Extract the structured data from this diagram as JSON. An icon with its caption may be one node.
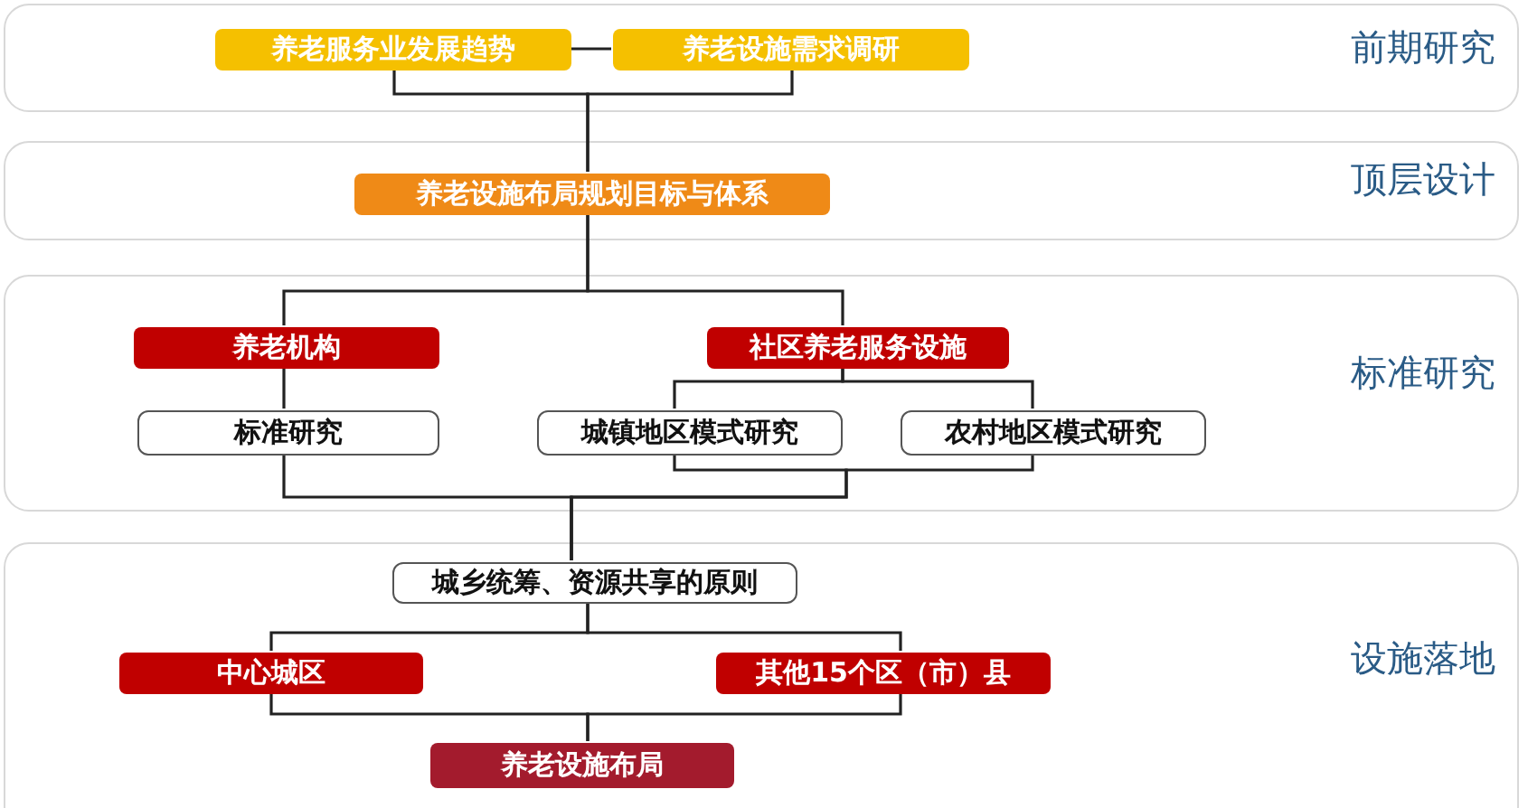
{
  "diagram": {
    "nodes": [
      {
        "text": [
          "前期研究"
        ]
      },
      {
        "text": [
          "养老服务业发展趋势"
        ],
        "in": 0
      },
      {
        "text": [
          "养老设施需求调研"
        ],
        "in": 0
      },
      {
        "text": [
          "顶层设计"
        ]
      },
      {
        "text": [
          "养老设施布局规划目标与体系"
        ],
        "in": 3
      },
      {
        "text": [
          "标准研究"
        ]
      },
      {
        "text": [
          "养老机构"
        ],
        "in": 5
      },
      {
        "text": [
          "社区养老服务设施"
        ],
        "in": 5
      },
      {
        "text": [
          "标准研究"
        ],
        "in": 5
      },
      {
        "text": [
          "城镇地区模式研究"
        ],
        "in": 5
      },
      {
        "text": [
          "农村地区模式研究"
        ],
        "in": 5
      },
      {
        "text": [
          "设施落地"
        ]
      },
      {
        "text": [
          "城乡统筹、资源共享的原则"
        ],
        "in": 11
      },
      {
        "text": [
          "中心城区"
        ],
        "in": 11
      },
      {
        "text": [
          "其他15个区（市）县"
        ],
        "in": 11
      },
      {
        "text": [
          "养老设施布局"
        ],
        "in": 11
      }
    ],
    "edges": [
      {
        "from": 1,
        "to": 2,
        "arrow": "none"
      },
      {
        "from": 1,
        "to": 4,
        "arrow": "none"
      },
      {
        "from": 2,
        "to": 4,
        "arrow": "none"
      },
      {
        "from": 4,
        "to": 6,
        "arrow": "none"
      },
      {
        "from": 4,
        "to": 7,
        "arrow": "none"
      },
      {
        "from": 6,
        "to": 8,
        "arrow": "none"
      },
      {
        "from": 7,
        "to": 9,
        "arrow": "none"
      },
      {
        "from": 7,
        "to": 10,
        "arrow": "none"
      },
      {
        "from": 8,
        "to": 12,
        "arrow": "none"
      },
      {
        "from": 9,
        "to": 12,
        "arrow": "none"
      },
      {
        "from": 10,
        "to": 12,
        "arrow": "none"
      },
      {
        "from": 12,
        "to": 13,
        "arrow": "none"
      },
      {
        "from": 12,
        "to": 14,
        "arrow": "none"
      },
      {
        "from": 13,
        "to": 15,
        "arrow": "none"
      },
      {
        "from": 14,
        "to": 15,
        "arrow": "none"
      }
    ]
  }
}
